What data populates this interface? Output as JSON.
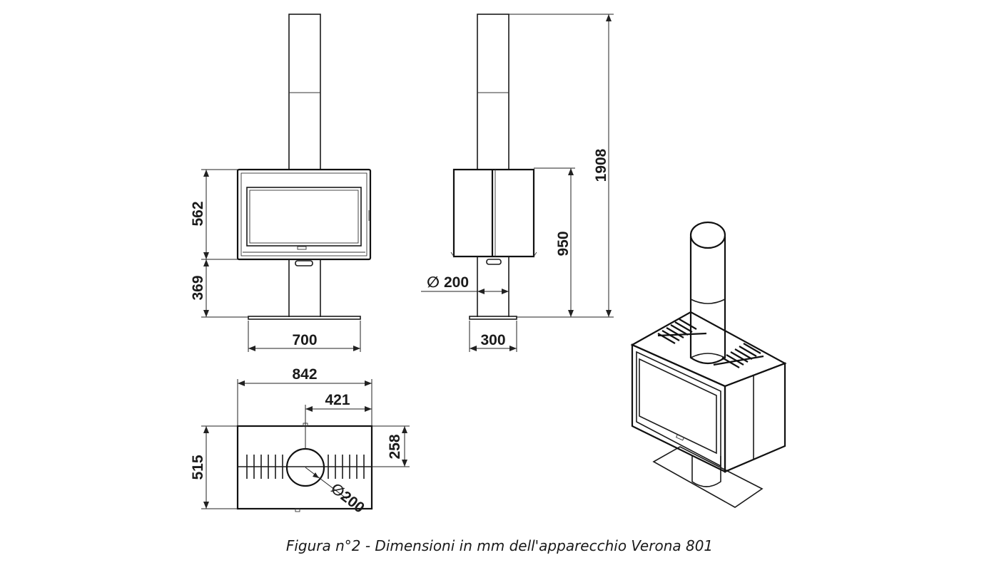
{
  "dimensions": {
    "front_height_body": "562",
    "front_height_base": "369",
    "front_width_base": "700",
    "side_pipe_diameter_prefix": "∅",
    "side_pipe_diameter": "200",
    "side_width_base": "300",
    "side_height_950": "950",
    "total_height": "1908",
    "top_width_total": "842",
    "top_width_half": "421",
    "top_depth_half": "258",
    "top_depth_total": "515",
    "top_flue_diameter": "∅200"
  },
  "caption": "Figura n°2 - Dimensioni in mm dell'apparecchio Verona 801"
}
